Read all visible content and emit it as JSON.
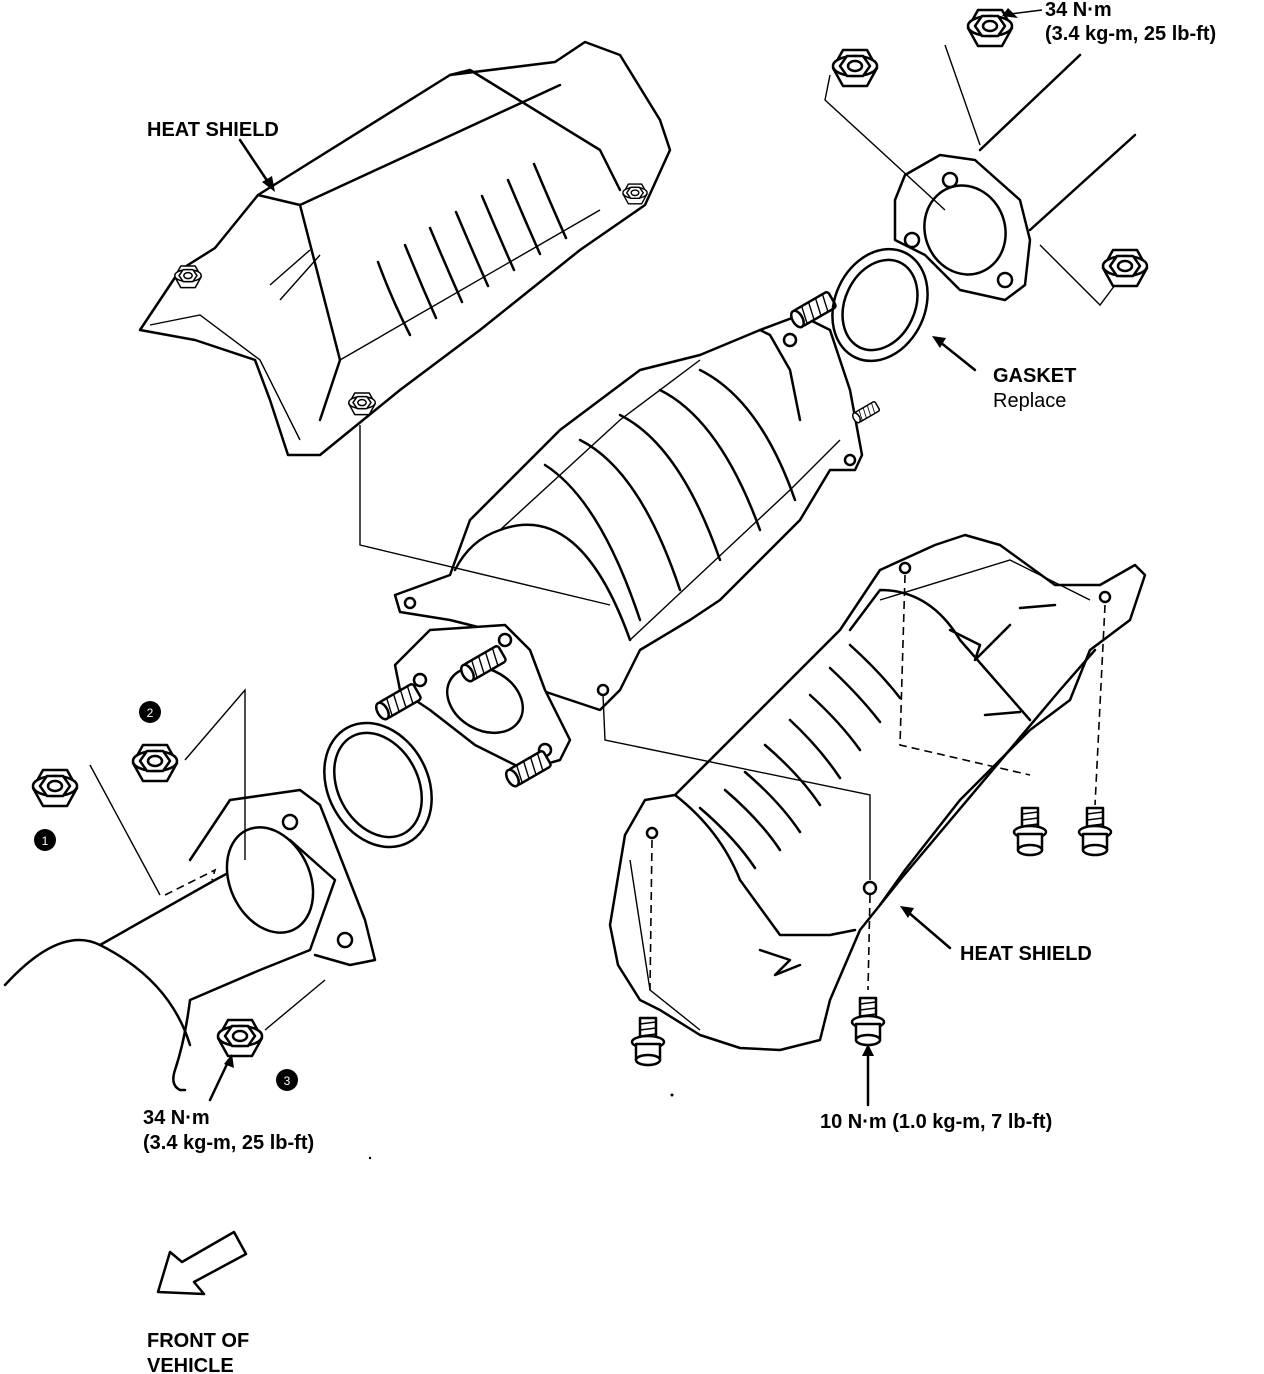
{
  "labels": {
    "heat_shield_top": "HEAT SHIELD",
    "heat_shield_bottom": "HEAT SHIELD",
    "gasket_title": "GASKET",
    "gasket_note": "Replace",
    "torque_top_line1": "34 N·m",
    "torque_top_line2": "(3.4 kg-m, 25 lb-ft)",
    "torque_left_line1": "34 N·m",
    "torque_left_line2": "(3.4 kg-m, 25 lb-ft)",
    "torque_bolts": "10 N·m (1.0 kg-m, 7 lb-ft)",
    "front_line1": "FRONT OF",
    "front_line2": "VEHICLE"
  },
  "sequence_markers": [
    "1",
    "2",
    "3"
  ],
  "icons": {
    "front_arrow": "outline-arrow-down-left",
    "nut": "flange-nut-icon",
    "bolt": "flange-bolt-icon"
  },
  "colors": {
    "ink": "#000000",
    "paper": "#ffffff"
  }
}
